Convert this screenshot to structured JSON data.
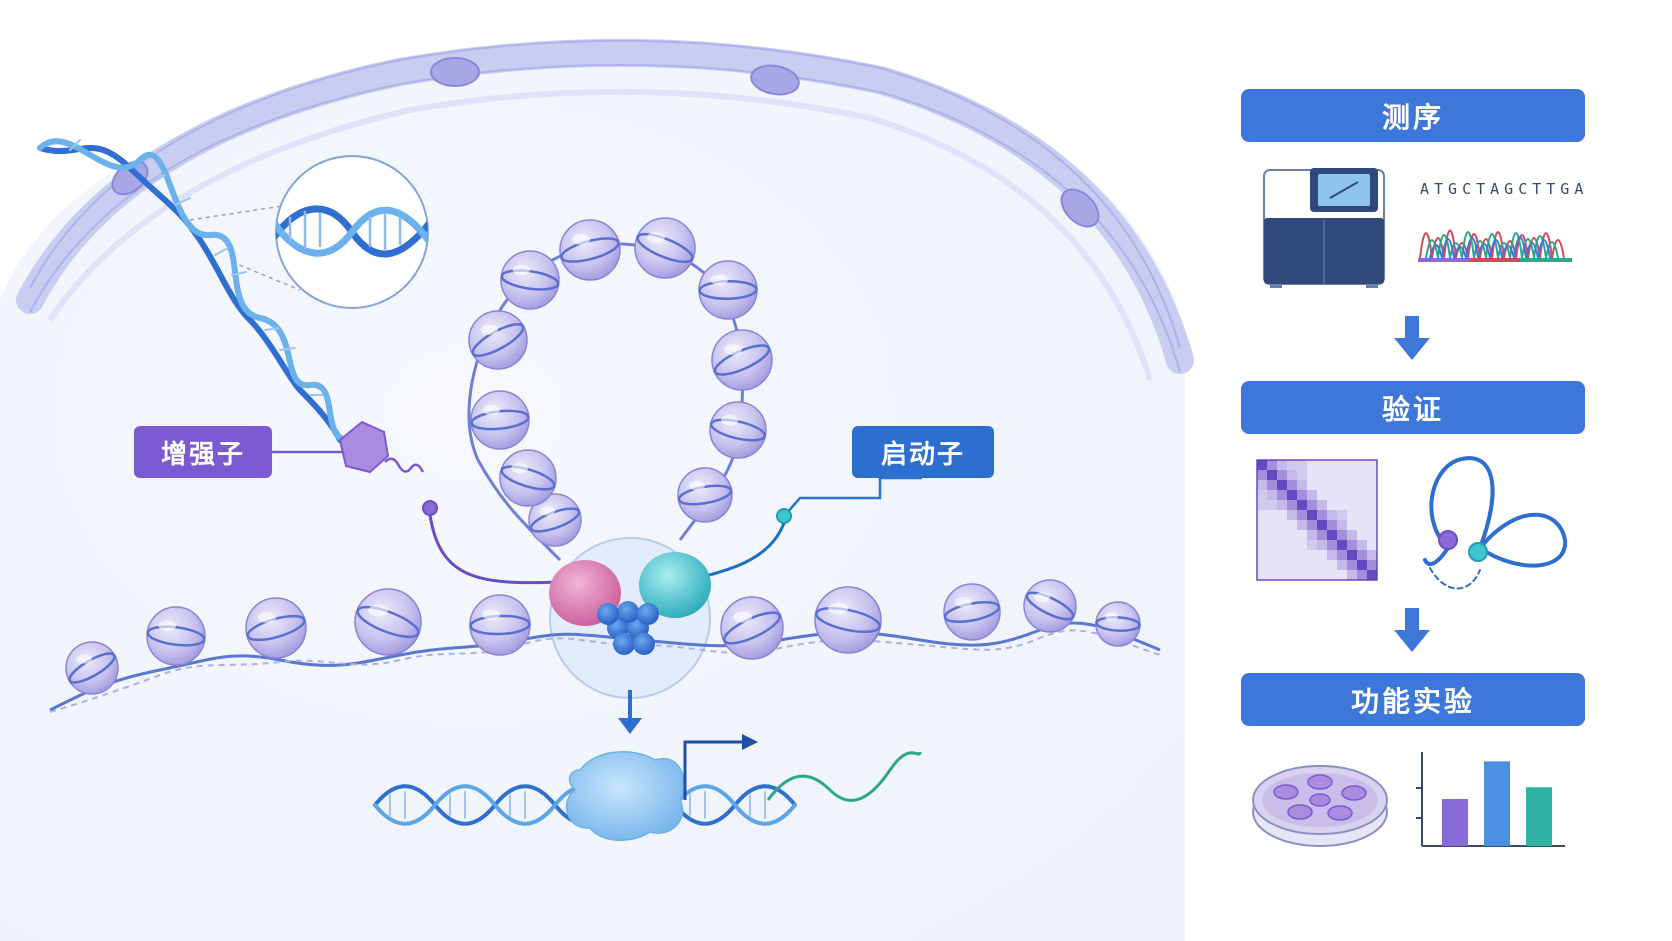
{
  "labels": {
    "enhancer": "增强子",
    "promoter": "启动子"
  },
  "workflow": {
    "steps": [
      {
        "label": "测序"
      },
      {
        "label": "验证"
      },
      {
        "label": "功能实验"
      }
    ],
    "sequence_text": "ATGCTAGCTTGA"
  },
  "colors": {
    "enhancer": "#7b5ad1",
    "promoter": "#2c6fd0",
    "step_bar": "#3d77d9",
    "nucleosome": "#c7c3f0",
    "pink_protein": "#d36fa8",
    "teal_protein": "#3ec6cf",
    "rna": "#2aa889"
  },
  "chart_data": {
    "type": "bar",
    "categories": [
      "",
      "",
      ""
    ],
    "values": [
      40,
      72,
      50
    ],
    "colors": [
      "#8a6ad6",
      "#4a8fe0",
      "#2fb3a5"
    ],
    "ylim": [
      0,
      80
    ]
  }
}
